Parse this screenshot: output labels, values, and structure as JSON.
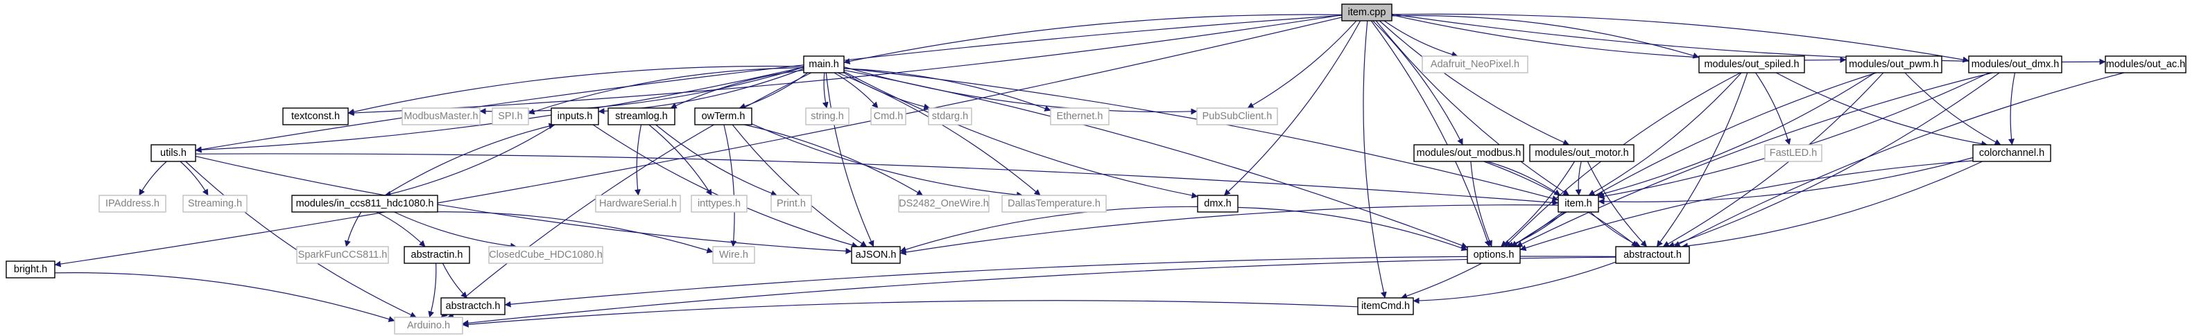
{
  "diagram": {
    "colors": {
      "edge": "#191970",
      "root_fill": "#bfbfbf",
      "external_border": "#bfbfbf",
      "external_text": "#808080",
      "border": "#000000"
    },
    "nodes": [
      {
        "id": "item_cpp",
        "label": "item.cpp",
        "kind": "root"
      },
      {
        "id": "bright_h",
        "label": "bright.h",
        "kind": "default"
      },
      {
        "id": "utils_h",
        "label": "utils.h",
        "kind": "default"
      },
      {
        "id": "textconst_h",
        "label": "textconst.h",
        "kind": "default"
      },
      {
        "id": "modbusmaster_h",
        "label": "ModbusMaster.h",
        "kind": "external"
      },
      {
        "id": "main_h",
        "label": "main.h",
        "kind": "default"
      },
      {
        "id": "spi_h",
        "label": "SPI.h",
        "kind": "external"
      },
      {
        "id": "inputs_h",
        "label": "inputs.h",
        "kind": "default"
      },
      {
        "id": "streamlog_h",
        "label": "streamlog.h",
        "kind": "default"
      },
      {
        "id": "owterm_h",
        "label": "owTerm.h",
        "kind": "default"
      },
      {
        "id": "string_h",
        "label": "string.h",
        "kind": "external"
      },
      {
        "id": "cmd_h",
        "label": "Cmd.h",
        "kind": "external"
      },
      {
        "id": "stdarg_h",
        "label": "stdarg.h",
        "kind": "external"
      },
      {
        "id": "ethernet_h",
        "label": "Ethernet.h",
        "kind": "external"
      },
      {
        "id": "pubsubclient_h",
        "label": "PubSubClient.h",
        "kind": "external"
      },
      {
        "id": "adafruit_h",
        "label": "Adafruit_NeoPixel.h",
        "kind": "external"
      },
      {
        "id": "out_spiled_h",
        "label": "modules/out_spiled.h",
        "kind": "default"
      },
      {
        "id": "out_pwm_h",
        "label": "modules/out_pwm.h",
        "kind": "default"
      },
      {
        "id": "out_dmx_h",
        "label": "modules/out_dmx.h",
        "kind": "default"
      },
      {
        "id": "out_ac_h",
        "label": "modules/out_ac.h",
        "kind": "default"
      },
      {
        "id": "out_modbus_h",
        "label": "modules/out_modbus.h",
        "kind": "default"
      },
      {
        "id": "out_motor_h",
        "label": "modules/out_motor.h",
        "kind": "default"
      },
      {
        "id": "fastled_h",
        "label": "FastLED.h",
        "kind": "external"
      },
      {
        "id": "colorchannel_h",
        "label": "colorchannel.h",
        "kind": "default"
      },
      {
        "id": "ipaddress_h",
        "label": "IPAddress.h",
        "kind": "external"
      },
      {
        "id": "streaming_h",
        "label": "Streaming.h",
        "kind": "external"
      },
      {
        "id": "in_ccs811_h",
        "label": "modules/in_ccs811_hdc1080.h",
        "kind": "default"
      },
      {
        "id": "hardwareserial_h",
        "label": "HardwareSerial.h",
        "kind": "external"
      },
      {
        "id": "inttypes_h",
        "label": "inttypes.h",
        "kind": "external"
      },
      {
        "id": "print_h",
        "label": "Print.h",
        "kind": "external"
      },
      {
        "id": "ds2482_h",
        "label": "DS2482_OneWire.h",
        "kind": "external"
      },
      {
        "id": "dallas_h",
        "label": "DallasTemperature.h",
        "kind": "external"
      },
      {
        "id": "dmx_h",
        "label": "dmx.h",
        "kind": "default"
      },
      {
        "id": "item_h",
        "label": "item.h",
        "kind": "default"
      },
      {
        "id": "sparkfun_h",
        "label": "SparkFunCCS811.h",
        "kind": "external"
      },
      {
        "id": "abstractin_h",
        "label": "abstractin.h",
        "kind": "default"
      },
      {
        "id": "closedcube_h",
        "label": "ClosedCube_HDC1080.h",
        "kind": "external"
      },
      {
        "id": "wire_h",
        "label": "Wire.h",
        "kind": "external"
      },
      {
        "id": "ajson_h",
        "label": "aJSON.h",
        "kind": "default"
      },
      {
        "id": "options_h",
        "label": "options.h",
        "kind": "default"
      },
      {
        "id": "abstractout_h",
        "label": "abstractout.h",
        "kind": "default"
      },
      {
        "id": "abstractch_h",
        "label": "abstractch.h",
        "kind": "default"
      },
      {
        "id": "itemcmd_h",
        "label": "itemCmd.h",
        "kind": "default"
      },
      {
        "id": "arduino_h",
        "label": "Arduino.h",
        "kind": "external"
      }
    ],
    "edges": [
      [
        "item_cpp",
        "bright_h"
      ],
      [
        "item_cpp",
        "utils_h"
      ],
      [
        "item_cpp",
        "textconst_h"
      ],
      [
        "item_cpp",
        "main_h"
      ],
      [
        "item_cpp",
        "pubsubclient_h"
      ],
      [
        "item_cpp",
        "adafruit_h"
      ],
      [
        "item_cpp",
        "out_spiled_h"
      ],
      [
        "item_cpp",
        "out_pwm_h"
      ],
      [
        "item_cpp",
        "out_dmx_h"
      ],
      [
        "item_cpp",
        "out_ac_h"
      ],
      [
        "item_cpp",
        "out_modbus_h"
      ],
      [
        "item_cpp",
        "out_motor_h"
      ],
      [
        "item_cpp",
        "dmx_h"
      ],
      [
        "item_cpp",
        "item_h"
      ],
      [
        "item_cpp",
        "options_h"
      ],
      [
        "item_cpp",
        "itemcmd_h"
      ],
      [
        "bright_h",
        "arduino_h"
      ],
      [
        "utils_h",
        "ipaddress_h"
      ],
      [
        "utils_h",
        "streaming_h"
      ],
      [
        "utils_h",
        "arduino_h"
      ],
      [
        "utils_h",
        "item_h"
      ],
      [
        "utils_h",
        "ajson_h"
      ],
      [
        "main_h",
        "utils_h"
      ],
      [
        "main_h",
        "textconst_h"
      ],
      [
        "main_h",
        "modbusmaster_h"
      ],
      [
        "main_h",
        "spi_h"
      ],
      [
        "main_h",
        "inputs_h"
      ],
      [
        "main_h",
        "streamlog_h"
      ],
      [
        "main_h",
        "owterm_h"
      ],
      [
        "main_h",
        "string_h"
      ],
      [
        "main_h",
        "cmd_h"
      ],
      [
        "main_h",
        "stdarg_h"
      ],
      [
        "main_h",
        "ethernet_h"
      ],
      [
        "main_h",
        "pubsubclient_h"
      ],
      [
        "main_h",
        "dallas_h"
      ],
      [
        "main_h",
        "dmx_h"
      ],
      [
        "main_h",
        "item_h"
      ],
      [
        "main_h",
        "ajson_h"
      ],
      [
        "main_h",
        "options_h"
      ],
      [
        "main_h",
        "arduino_h"
      ],
      [
        "inputs_h",
        "in_ccs811_h"
      ],
      [
        "inputs_h",
        "ajson_h"
      ],
      [
        "in_ccs811_h",
        "inputs_h"
      ],
      [
        "in_ccs811_h",
        "sparkfun_h"
      ],
      [
        "in_ccs811_h",
        "abstractin_h"
      ],
      [
        "in_ccs811_h",
        "closedcube_h"
      ],
      [
        "in_ccs811_h",
        "wire_h"
      ],
      [
        "streamlog_h",
        "hardwareserial_h"
      ],
      [
        "streamlog_h",
        "inttypes_h"
      ],
      [
        "streamlog_h",
        "print_h"
      ],
      [
        "owterm_h",
        "ds2482_h"
      ],
      [
        "owterm_h",
        "dallas_h"
      ],
      [
        "owterm_h",
        "wire_h"
      ],
      [
        "owterm_h",
        "ajson_h"
      ],
      [
        "out_spiled_h",
        "fastled_h"
      ],
      [
        "out_spiled_h",
        "colorchannel_h"
      ],
      [
        "out_spiled_h",
        "item_h"
      ],
      [
        "out_spiled_h",
        "options_h"
      ],
      [
        "out_spiled_h",
        "abstractout_h"
      ],
      [
        "out_pwm_h",
        "colorchannel_h"
      ],
      [
        "out_pwm_h",
        "item_h"
      ],
      [
        "out_pwm_h",
        "options_h"
      ],
      [
        "out_pwm_h",
        "abstractout_h"
      ],
      [
        "out_dmx_h",
        "colorchannel_h"
      ],
      [
        "out_dmx_h",
        "item_h"
      ],
      [
        "out_dmx_h",
        "options_h"
      ],
      [
        "out_dmx_h",
        "abstractout_h"
      ],
      [
        "out_ac_h",
        "abstractout_h"
      ],
      [
        "out_modbus_h",
        "item_h"
      ],
      [
        "out_modbus_h",
        "options_h"
      ],
      [
        "out_modbus_h",
        "abstractout_h"
      ],
      [
        "out_motor_h",
        "item_h"
      ],
      [
        "out_motor_h",
        "options_h"
      ],
      [
        "out_motor_h",
        "abstractout_h"
      ],
      [
        "colorchannel_h",
        "item_h"
      ],
      [
        "colorchannel_h",
        "options_h"
      ],
      [
        "colorchannel_h",
        "abstractout_h"
      ],
      [
        "dmx_h",
        "ajson_h"
      ],
      [
        "dmx_h",
        "options_h"
      ],
      [
        "item_h",
        "ajson_h"
      ],
      [
        "item_h",
        "options_h"
      ],
      [
        "item_h",
        "abstractout_h"
      ],
      [
        "item_h",
        "itemcmd_h"
      ],
      [
        "abstractin_h",
        "abstractch_h"
      ],
      [
        "abstractin_h",
        "arduino_h"
      ],
      [
        "abstractout_h",
        "abstractch_h"
      ],
      [
        "abstractout_h",
        "itemcmd_h"
      ],
      [
        "abstractout_h",
        "arduino_h"
      ],
      [
        "abstractch_h",
        "arduino_h"
      ],
      [
        "itemcmd_h",
        "arduino_h"
      ]
    ]
  }
}
